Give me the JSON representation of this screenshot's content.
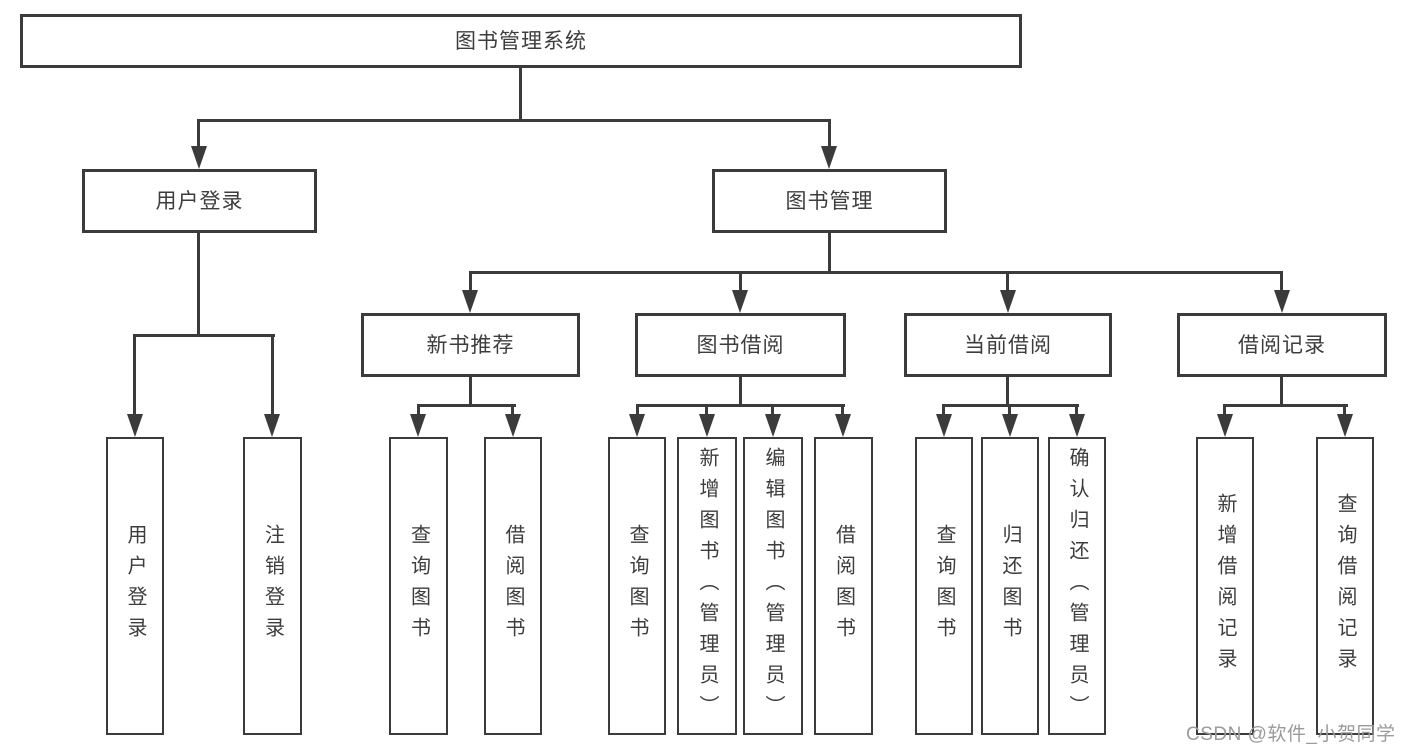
{
  "nodes": {
    "root": "图书管理系统",
    "level1": [
      "用户登录",
      "图书管理"
    ],
    "level2": [
      "新书推荐",
      "图书借阅",
      "当前借阅",
      "借阅记录"
    ],
    "leaves": [
      "用户登录",
      "注销登录",
      "查询图书",
      "借阅图书",
      "查询图书",
      "新增图书（管理员）",
      "编辑图书（管理员）",
      "借阅图书",
      "查询图书",
      "归还图书",
      "确认归还（管理员）",
      "新增借阅记录",
      "查询借阅记录"
    ]
  },
  "hierarchy": {
    "图书管理系统": [
      "用户登录",
      "图书管理"
    ],
    "用户登录": [
      "用户登录",
      "注销登录"
    ],
    "图书管理": [
      "新书推荐",
      "图书借阅",
      "当前借阅",
      "借阅记录"
    ],
    "新书推荐": [
      "查询图书",
      "借阅图书"
    ],
    "图书借阅": [
      "查询图书",
      "新增图书（管理员）",
      "编辑图书（管理员）",
      "借阅图书"
    ],
    "当前借阅": [
      "查询图书",
      "归还图书",
      "确认归还（管理员）"
    ],
    "借阅记录": [
      "新增借阅记录",
      "查询借阅记录"
    ]
  },
  "watermark": {
    "text": "CSDN @软件_小贺同学",
    "color": "#9b9b9b"
  },
  "colors": {
    "line": "#3b3b3b",
    "box_border": "#3b3b3b",
    "text": "#3d3d3d",
    "background": "#ffffff"
  }
}
